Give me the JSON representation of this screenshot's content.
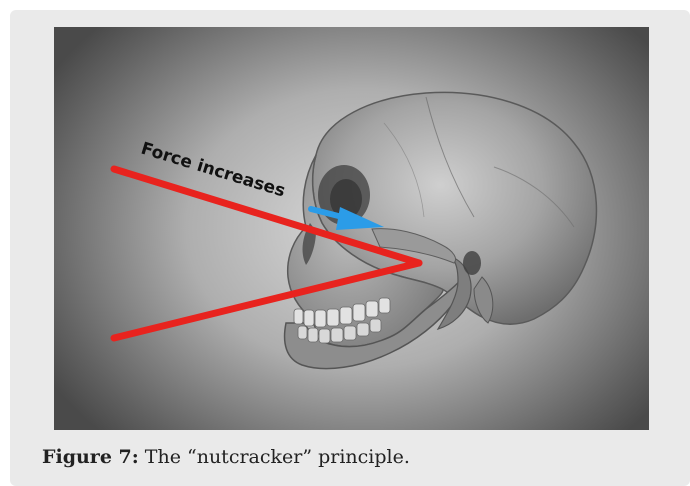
{
  "figure": {
    "annotation": "Force increases",
    "caption_label": "Figure 7:",
    "caption_text": " The “nutcracker” principle.",
    "colors": {
      "force_lines": "#e8231e",
      "arrow": "#2b9ce8",
      "background_center": "#d9d9d9",
      "background_edge": "#4a4a4a"
    },
    "icons": {
      "arrow": "arrow-right-icon",
      "skull": "skull-illustration"
    }
  }
}
